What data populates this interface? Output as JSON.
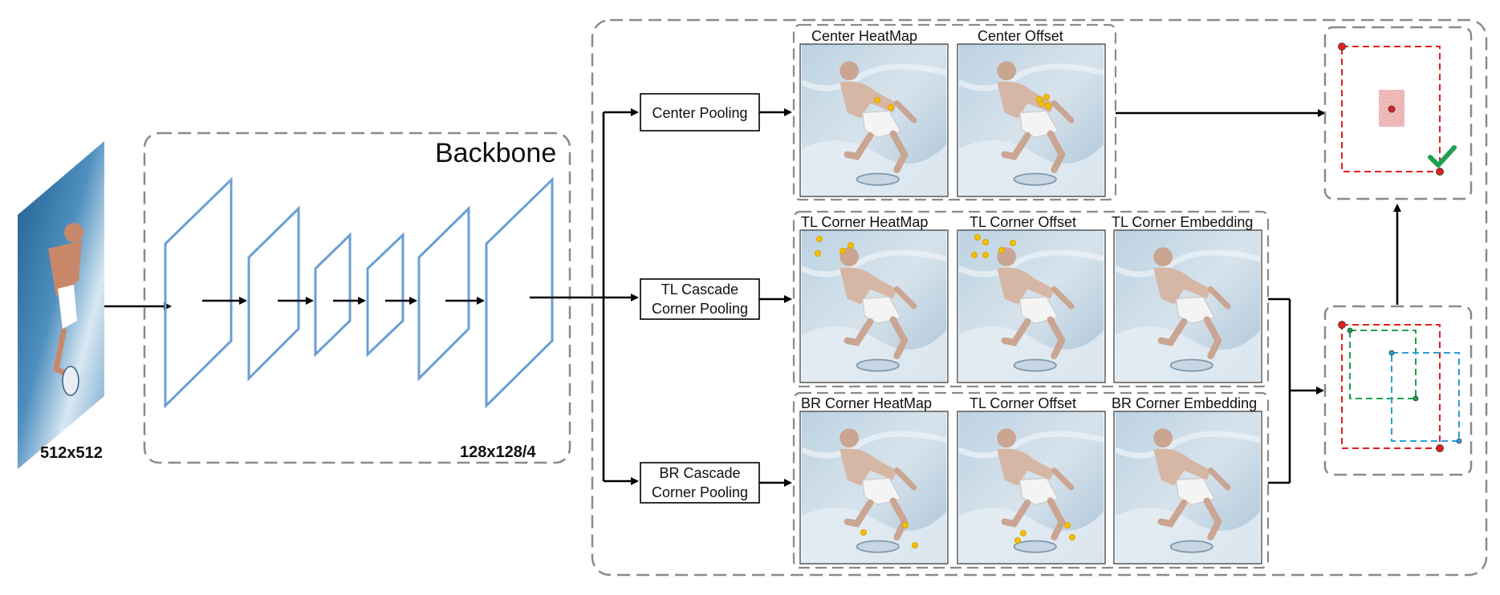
{
  "input": {
    "size_label": "512x512"
  },
  "backbone": {
    "title": "Backbone",
    "output_label": "128x128/4"
  },
  "branches": {
    "center_pool": "Center Pooling",
    "tl_pool_line1": "TL Cascade",
    "tl_pool_line2": "Corner Pooling",
    "br_pool_line1": "BR Cascade",
    "br_pool_line2": "Corner Pooling"
  },
  "maps": {
    "center_heatmap": "Center HeatMap",
    "center_offset": "Center Offset",
    "tl_heatmap": "TL Corner HeatMap",
    "tl_offset": "TL Corner Offset",
    "tl_embedding": "TL Corner Embedding",
    "br_heatmap": "BR Corner HeatMap",
    "br_offset": "TL Corner Offset",
    "br_embedding": "BR Corner Embedding"
  },
  "colors": {
    "feature_map": "#6a9fd4",
    "keypoint": "#f2c200",
    "box_red": "#e02020",
    "box_green": "#1fa050",
    "box_blue": "#2aa0d8",
    "check": "#1fa050"
  }
}
